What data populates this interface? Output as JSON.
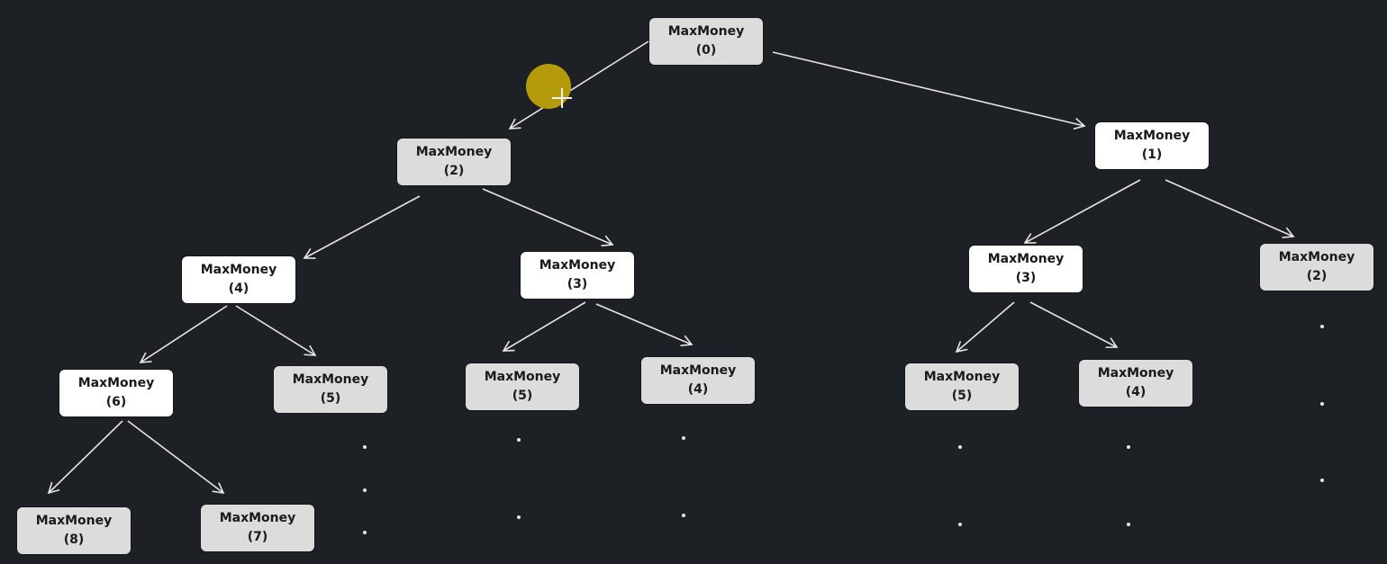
{
  "nodes": [
    {
      "id": "n0",
      "fn": "MaxMoney",
      "arg": "(0)",
      "style": "grey"
    },
    {
      "id": "n2a",
      "fn": "MaxMoney",
      "arg": "(2)",
      "style": "grey"
    },
    {
      "id": "n1",
      "fn": "MaxMoney",
      "arg": "(1)",
      "style": "white"
    },
    {
      "id": "n4a",
      "fn": "MaxMoney",
      "arg": "(4)",
      "style": "white"
    },
    {
      "id": "n3a",
      "fn": "MaxMoney",
      "arg": "(3)",
      "style": "white"
    },
    {
      "id": "n3b",
      "fn": "MaxMoney",
      "arg": "(3)",
      "style": "white"
    },
    {
      "id": "n2b",
      "fn": "MaxMoney",
      "arg": "(2)",
      "style": "grey"
    },
    {
      "id": "n6",
      "fn": "MaxMoney",
      "arg": "(6)",
      "style": "white"
    },
    {
      "id": "n5a",
      "fn": "MaxMoney",
      "arg": "(5)",
      "style": "grey"
    },
    {
      "id": "n5b",
      "fn": "MaxMoney",
      "arg": "(5)",
      "style": "grey"
    },
    {
      "id": "n4b",
      "fn": "MaxMoney",
      "arg": "(4)",
      "style": "grey"
    },
    {
      "id": "n5c",
      "fn": "MaxMoney",
      "arg": "(5)",
      "style": "grey"
    },
    {
      "id": "n4c",
      "fn": "MaxMoney",
      "arg": "(4)",
      "style": "grey"
    },
    {
      "id": "n8",
      "fn": "MaxMoney",
      "arg": "(8)",
      "style": "grey"
    },
    {
      "id": "n7",
      "fn": "MaxMoney",
      "arg": "(7)",
      "style": "grey"
    }
  ],
  "edges": [
    {
      "from": "n0",
      "to": "n2a"
    },
    {
      "from": "n0",
      "to": "n1"
    },
    {
      "from": "n2a",
      "to": "n4a"
    },
    {
      "from": "n2a",
      "to": "n3a"
    },
    {
      "from": "n1",
      "to": "n3b"
    },
    {
      "from": "n1",
      "to": "n2b"
    },
    {
      "from": "n4a",
      "to": "n6"
    },
    {
      "from": "n4a",
      "to": "n5a"
    },
    {
      "from": "n3a",
      "to": "n5b"
    },
    {
      "from": "n3a",
      "to": "n4b"
    },
    {
      "from": "n3b",
      "to": "n5c"
    },
    {
      "from": "n3b",
      "to": "n4c"
    },
    {
      "from": "n6",
      "to": "n8"
    },
    {
      "from": "n6",
      "to": "n7"
    }
  ],
  "colors": {
    "background": "#1d2024",
    "edge": "#e6e6e6",
    "node_white": "#ffffff",
    "node_grey": "#dcdcdc",
    "cursor_highlight": "#b59a0b"
  }
}
